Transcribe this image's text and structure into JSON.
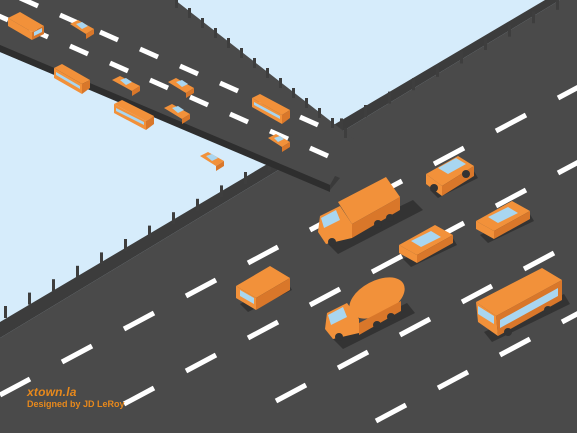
{
  "credits": {
    "brand": "xtown.la",
    "designer": "Designed by JD LeRoy"
  },
  "colors": {
    "sky": "#d6ecfb",
    "road": "#4a4a4a",
    "road_edge": "#333333",
    "lane_marking": "#ffffff",
    "guardrail": "#3e3e3e",
    "vehicle": "#f2913a",
    "vehicle_shade": "#d9772a",
    "vehicle_glass": "#a9d6f0",
    "vehicle_shadow": "#3a3a3a",
    "credit_text": "#e8891c"
  },
  "vehicles": [
    {
      "type": "truck",
      "deck": "lower",
      "icon": "box-truck-icon"
    },
    {
      "type": "tanker",
      "deck": "lower",
      "icon": "tanker-truck-icon"
    },
    {
      "type": "bus",
      "deck": "lower",
      "icon": "bus-icon"
    },
    {
      "type": "jeep",
      "deck": "lower",
      "icon": "jeep-icon"
    },
    {
      "type": "car",
      "deck": "lower",
      "icon": "car-icon"
    },
    {
      "type": "car",
      "deck": "lower",
      "icon": "car-icon"
    },
    {
      "type": "van",
      "deck": "lower",
      "icon": "van-icon"
    },
    {
      "type": "van",
      "deck": "upper",
      "icon": "van-icon"
    },
    {
      "type": "car",
      "deck": "upper",
      "icon": "car-icon"
    },
    {
      "type": "bus",
      "deck": "upper",
      "icon": "bus-icon"
    },
    {
      "type": "car",
      "deck": "upper",
      "icon": "car-icon"
    },
    {
      "type": "car",
      "deck": "upper",
      "icon": "car-icon"
    },
    {
      "type": "bus",
      "deck": "upper",
      "icon": "bus-icon"
    },
    {
      "type": "car",
      "deck": "upper",
      "icon": "car-icon"
    },
    {
      "type": "bus",
      "deck": "upper",
      "icon": "bus-icon"
    },
    {
      "type": "car",
      "deck": "upper",
      "icon": "car-icon"
    },
    {
      "type": "car",
      "deck": "upper",
      "icon": "car-icon"
    }
  ]
}
